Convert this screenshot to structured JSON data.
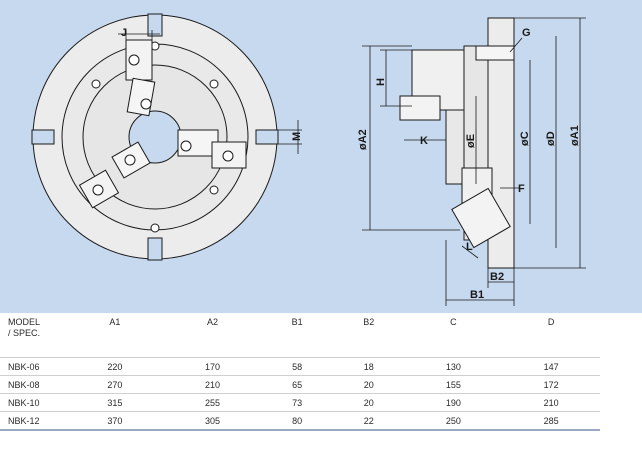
{
  "dimension_labels": {
    "J": "J",
    "M": "M",
    "G": "G",
    "H": "H",
    "K": "K",
    "A2": "øA2",
    "E": "øE",
    "C": "øC",
    "D": "øD",
    "A1": "øA1",
    "F": "F",
    "L": "L",
    "B2": "B2",
    "B1": "B1"
  },
  "table": {
    "header_model": [
      "MODEL",
      "/ SPEC."
    ],
    "columns": [
      "A1",
      "A2",
      "B1",
      "B2",
      "C",
      "D"
    ],
    "rows": [
      {
        "model": "NBK-06",
        "values": [
          "220",
          "170",
          "58",
          "18",
          "130",
          "147"
        ]
      },
      {
        "model": "NBK-08",
        "values": [
          "270",
          "210",
          "65",
          "20",
          "155",
          "172"
        ]
      },
      {
        "model": "NBK-10",
        "values": [
          "315",
          "255",
          "73",
          "20",
          "190",
          "210"
        ]
      },
      {
        "model": "NBK-12",
        "values": [
          "370",
          "305",
          "80",
          "22",
          "250",
          "285"
        ]
      }
    ]
  },
  "colors": {
    "background": "#c7d9ef",
    "line": "#1a1a1a",
    "body": "#e8e8e8"
  }
}
